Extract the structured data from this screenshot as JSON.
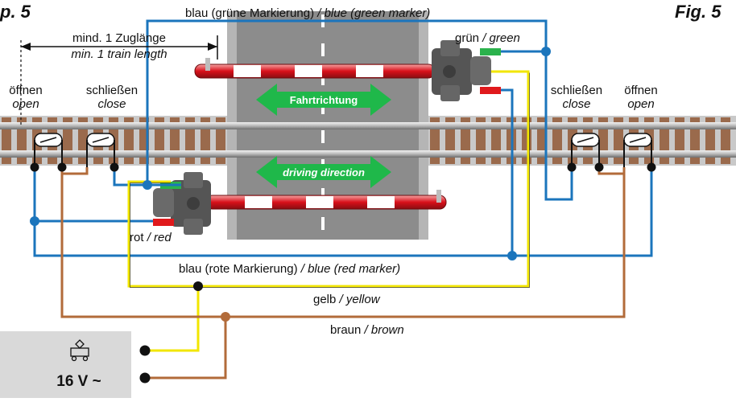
{
  "figure": {
    "left_label": "p. 5",
    "right_label": "Fig. 5"
  },
  "wires": {
    "blue_green": {
      "de": "blau (grüne Markierung)",
      "en": "/ blue (green marker)",
      "color": "#1b75bc"
    },
    "blue_red": {
      "de": "blau (rote Markierung)",
      "en": "/ blue (red marker)",
      "color": "#1b75bc"
    },
    "yellow": {
      "de": "gelb",
      "en": "/ yellow",
      "color": "#f2e600"
    },
    "brown": {
      "de": "braun",
      "en": "/ brown",
      "color": "#b26b3a"
    }
  },
  "train_length": {
    "de": "mind. 1 Zuglänge",
    "en": "min. 1 train length"
  },
  "contacts_left": {
    "open_de": "öffnen",
    "open_en": "open",
    "close_de": "schließen",
    "close_en": "close"
  },
  "contacts_right": {
    "close_de": "schließen",
    "close_en": "close",
    "open_de": "öffnen",
    "open_en": "open"
  },
  "markers": {
    "green_de": "grün",
    "green_en": "/ green",
    "green_color": "#2bb24c",
    "red_de": "rot",
    "red_en": "/ red",
    "red_color": "#e0191c"
  },
  "road": {
    "direction_de": "Fahrtrichtung",
    "direction_en": "driving direction",
    "arrow_color": "#1fb84a"
  },
  "power": {
    "label": "16 V ~"
  },
  "icons": [
    "transformer-icon",
    "crossing-barrier",
    "track-contact"
  ]
}
